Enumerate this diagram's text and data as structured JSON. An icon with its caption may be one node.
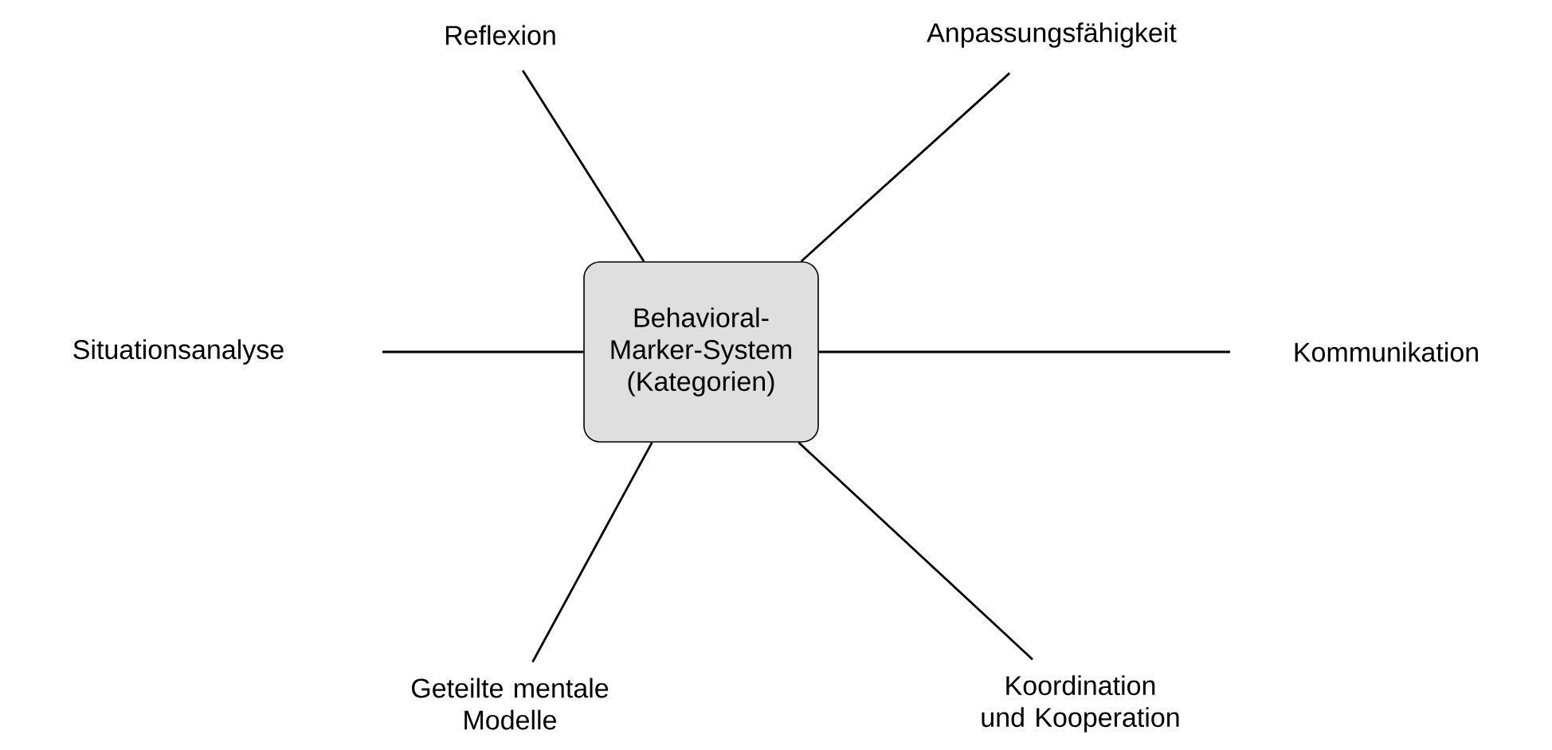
{
  "diagram": {
    "nodes": [
      {
        "text": [
          "Behavioral-Marker-System (Kategorien)"
        ]
      },
      {
        "text": [
          "Reflexion"
        ]
      },
      {
        "text": [
          "Anpassungsfähigkeit"
        ]
      },
      {
        "text": [
          "Situationsanalyse"
        ]
      },
      {
        "text": [
          "Kommunikation"
        ]
      },
      {
        "text": [
          "Geteilte mentale Modelle"
        ]
      },
      {
        "text": [
          "Koordination und Kooperation"
        ]
      }
    ],
    "edges": [
      {
        "from": 0,
        "to": 1,
        "arrow": "none"
      },
      {
        "from": 0,
        "to": 2,
        "arrow": "none"
      },
      {
        "from": 0,
        "to": 3,
        "arrow": "none"
      },
      {
        "from": 0,
        "to": 4,
        "arrow": "none"
      },
      {
        "from": 0,
        "to": 5,
        "arrow": "none"
      },
      {
        "from": 0,
        "to": 6,
        "arrow": "none"
      }
    ]
  }
}
